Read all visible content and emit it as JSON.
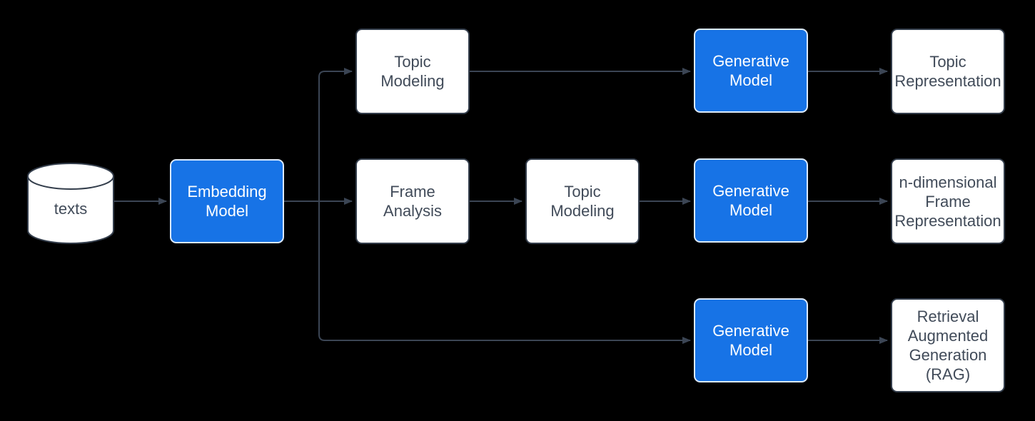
{
  "diagram": {
    "background_color": "#000000",
    "colors": {
      "accent_blue": "#1773e6",
      "line": "#3b4554",
      "node_border_dark": "#343e4c",
      "node_text_dark": "#414b59",
      "node_text_light": "#ffffff",
      "node_fill_white": "#ffffff"
    },
    "nodes": [
      {
        "id": "texts",
        "shape": "cylinder",
        "fill": "white",
        "label": "texts"
      },
      {
        "id": "embedding-model",
        "shape": "rounded-rect",
        "fill": "blue",
        "label": "Embedding\nModel"
      },
      {
        "id": "topic-modeling-1",
        "shape": "rounded-rect",
        "fill": "white",
        "label": "Topic\nModeling"
      },
      {
        "id": "frame-analysis",
        "shape": "rounded-rect",
        "fill": "white",
        "label": "Frame\nAnalysis"
      },
      {
        "id": "topic-modeling-2",
        "shape": "rounded-rect",
        "fill": "white",
        "label": "Topic\nModeling"
      },
      {
        "id": "generative-model-1",
        "shape": "rounded-rect",
        "fill": "blue",
        "label": "Generative\nModel"
      },
      {
        "id": "generative-model-2",
        "shape": "rounded-rect",
        "fill": "blue",
        "label": "Generative\nModel"
      },
      {
        "id": "generative-model-3",
        "shape": "rounded-rect",
        "fill": "blue",
        "label": "Generative\nModel"
      },
      {
        "id": "topic-representation",
        "shape": "rounded-rect",
        "fill": "white",
        "label": "Topic\nRepresentation"
      },
      {
        "id": "n-dimensional-frame-representation",
        "shape": "rounded-rect",
        "fill": "white",
        "label": "n-dimensional\nFrame\nRepresentation"
      },
      {
        "id": "retrieval-augmented-generation",
        "shape": "rounded-rect",
        "fill": "white",
        "label": "Retrieval\nAugmented\nGeneration\n(RAG)"
      }
    ],
    "edges": [
      {
        "from": "texts",
        "to": "embedding-model"
      },
      {
        "from": "embedding-model",
        "to": "topic-modeling-1"
      },
      {
        "from": "embedding-model",
        "to": "frame-analysis"
      },
      {
        "from": "embedding-model",
        "to": "generative-model-3"
      },
      {
        "from": "topic-modeling-1",
        "to": "generative-model-1"
      },
      {
        "from": "generative-model-1",
        "to": "topic-representation"
      },
      {
        "from": "frame-analysis",
        "to": "topic-modeling-2"
      },
      {
        "from": "topic-modeling-2",
        "to": "generative-model-2"
      },
      {
        "from": "generative-model-2",
        "to": "n-dimensional-frame-representation"
      },
      {
        "from": "generative-model-3",
        "to": "retrieval-augmented-generation"
      }
    ]
  }
}
